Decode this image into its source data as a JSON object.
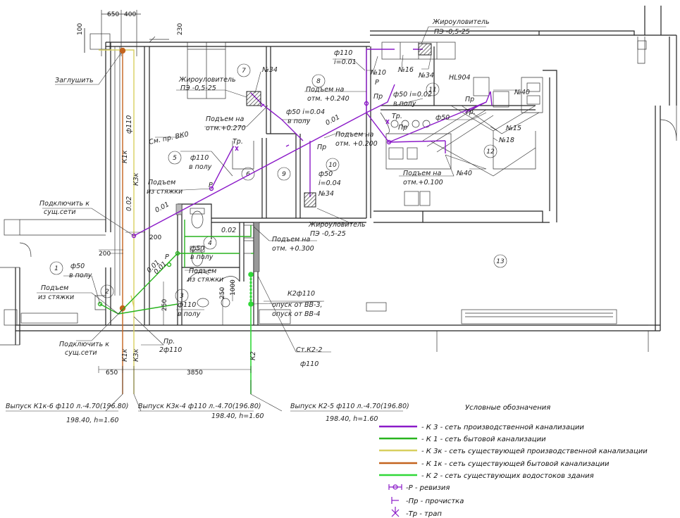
{
  "colors": {
    "k3": "#8b1ac8",
    "k1": "#29b41f",
    "k3k": "#d8d060",
    "k1k": "#c4641e",
    "k2": "#30d838"
  },
  "dims": {
    "d650top": "650",
    "d400": "400",
    "d100": "100",
    "d230": "230",
    "d200a": "200",
    "d200b": "200",
    "d250a": "250",
    "d250b": "250",
    "d1000": "1000",
    "d650bot": "650",
    "d3850": "3850"
  },
  "rooms": [
    "1",
    "2",
    "3",
    "4",
    "5",
    "6",
    "7",
    "8",
    "9",
    "10",
    "11",
    "12",
    "13"
  ],
  "labels": {
    "zaglushit": "Заглушить",
    "grease1_a": "Жироуловитель",
    "grease1_b": "ПЭ -0,5-25",
    "n34a": "№34",
    "grease2_a": "Жироуловитель",
    "grease2_b": "ПЭ -0,5-25",
    "n34b": "№34",
    "grease3_a": "Жироуловитель",
    "grease3_b": "ПЭ -0,5-25",
    "n34c": "№34",
    "n10": "№10",
    "n16": "№16",
    "hl904": "HL904",
    "n40a": "№40",
    "n40b": "№40",
    "n15": "№15",
    "n18": "№18",
    "phi110_top_a": "ф110",
    "phi110_top_b": "i=0.01",
    "rise240_a": "Подъем на",
    "rise240_b": "отм. +0.240",
    "phi50_002_a": "ф50  i=0.02",
    "phi50_002_b": "в полу",
    "rise270_a": "Подъем на",
    "rise270_b": "отм.+0.270",
    "phi50_004_a": "ф50  i=0.04",
    "phi50_004_b": "в полу",
    "rise200_a": "Подъем на",
    "rise200_b": "отм. +0.200",
    "phi50_right": "ф50",
    "rise100_a": "Подъем на",
    "rise100_b": "отм.+0.100",
    "smpr": "См. пр. ВК0",
    "phi110_floor_a": "ф110",
    "phi110_floor_b": "в полу",
    "rise_screed_a": "Подъем",
    "rise_screed_b": "из стяжки",
    "phi50_10_a": "ф50",
    "phi50_10_b": "i=0.04",
    "connect_a": "Подключить к",
    "connect_b": "сущ.сети",
    "slope001a": "0.01",
    "slope001b": "0.01",
    "slope001c": "0.01",
    "slope001d": "0.01",
    "slope002a": "0.02",
    "slope002b": "0.02",
    "phi110_vert": "ф110",
    "k1k": "К1к",
    "k3k": "К3к",
    "k1k_b": "К1к",
    "k3k_b": "К3к",
    "k2": "К2",
    "rise300_a": "Подъем на",
    "rise300_b": "отм. +0.300",
    "phi50_4_a": "ф50",
    "phi50_4_b": "в полу",
    "rise_screed2_a": "Подъем",
    "rise_screed2_b": "из стяжки",
    "phi110_3_a": "ф110",
    "phi110_3_b": "в полу",
    "phi50_1_a": "ф50",
    "phi50_1_b": "в полу",
    "rise_screed3_a": "Подъем",
    "rise_screed3_b": "из стяжки",
    "connect2_a": "Подключить к",
    "connect2_b": "сущ.сети",
    "pr_a": "Пр.",
    "pr_b": "2ф110",
    "k2phi110": "К2ф110",
    "descent_a": "опуск от ВВ-3,",
    "descent_b": "опуск от ВВ-4",
    "stk2": "Ст.К2-2",
    "stk2phi": "ф110",
    "out1_a": "Выпуск К1к-6  ф110  л.-4.70(196.80)",
    "out1_b": "198.40,  h=1.60",
    "out2_a": "Выпуск К3к-4  ф110  л.-4.70(196.80)",
    "out2_b": "198.40,  h=1.60",
    "out3_a": "Выпуск К2-5  ф110  л.-4.70(196.80)",
    "out3_b": "198.40,  h=1.60",
    "P": "Р",
    "Pr": "Пр",
    "Tr": "Тр."
  },
  "legend": {
    "title": "Условные обозначения",
    "items": [
      {
        "code": "- К 3  -  сеть производственной канализации",
        "color": "#8b1ac8"
      },
      {
        "code": "- К 1  -  сеть бытовой канализации",
        "color": "#29b41f"
      },
      {
        "code": "- К 3к  -  сеть существующей производственной канализации",
        "color": "#d8d060"
      },
      {
        "code": "- К 1к  -  сеть существующей бытовой канализации",
        "color": "#c4641e"
      },
      {
        "code": "- К 2  -  сеть существующих водостоков здания",
        "color": "#30d838"
      }
    ],
    "symbols": [
      {
        "text": "-Р - ревизия",
        "icon": "revision-icon"
      },
      {
        "text": "-Пр  -  прочистка",
        "icon": "cleanout-icon"
      },
      {
        "text": "-Тр  -  трап",
        "icon": "trap-icon"
      }
    ]
  }
}
